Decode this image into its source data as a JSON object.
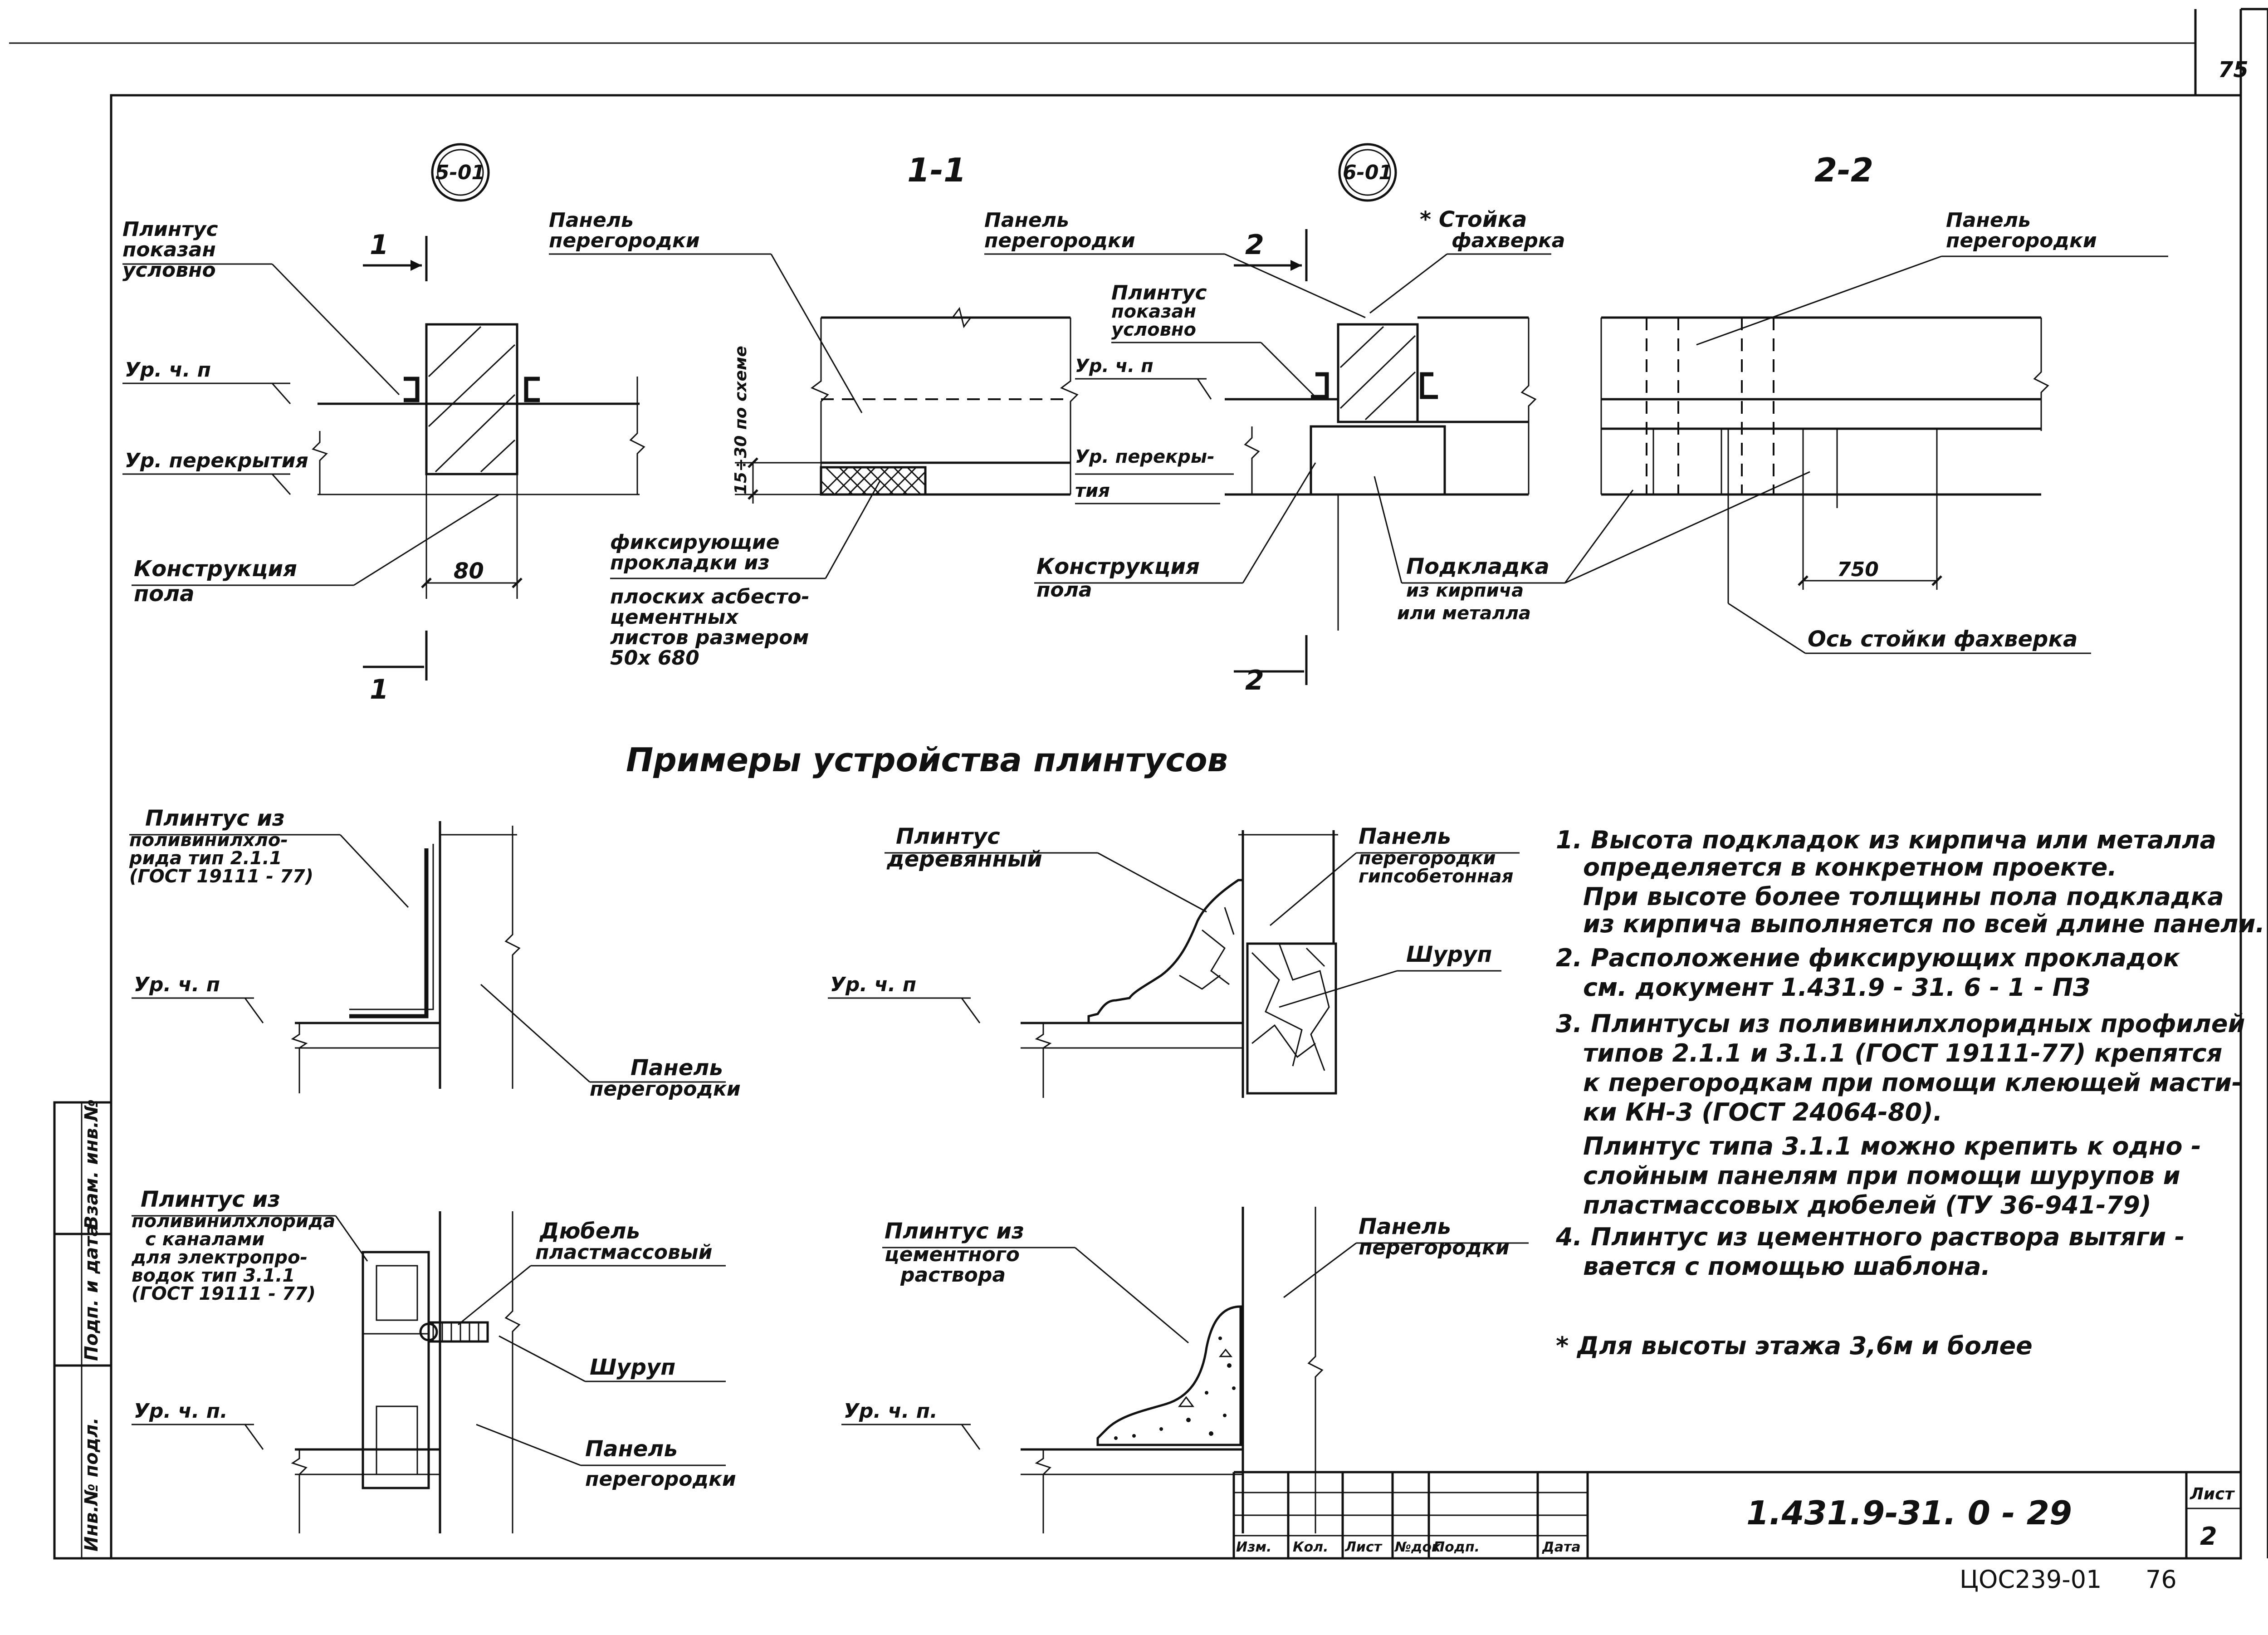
{
  "sheet": {
    "page_number": "75",
    "designation": "1.431.9-31. 0 - 29",
    "sheet_label": "Лист",
    "sheet_number": "2",
    "stamp": "ЦОС239-01",
    "stamp_number": "76"
  },
  "title_block": {
    "columns": [
      "Изм.",
      "Кол.",
      "Лист",
      "№док",
      "Подп.",
      "Дата"
    ]
  },
  "side_stamp": [
    "Инв.№ подл.",
    "Подп. и дата",
    "Взам. инв.№"
  ],
  "nodes": {
    "node1": "5-01",
    "node2": "6-01"
  },
  "sections": {
    "s11": "1-1",
    "s22": "2-2",
    "cut1": "1",
    "cut2": "2"
  },
  "labels": {
    "plinth_conditional": [
      "Плинтус",
      "показан",
      "условно"
    ],
    "level_fl": "Ур. ч. п",
    "level_slab": "Ур. перекрытия",
    "floor_construction": [
      "Конструкция",
      "пола"
    ],
    "dim_80": "80",
    "panel_partition": [
      "Панель",
      "перегородки"
    ],
    "dim_15_30": "15÷30 по схеме",
    "fixing_pads": [
      "фиксирующие",
      "прокладки из",
      "плоских асбесто-",
      "цементных",
      "листов размером",
      "50х 680"
    ],
    "panel_partition_2": [
      "Панель",
      "перегородки"
    ],
    "fachwerk_post": [
      "* Стойка",
      "фахверка"
    ],
    "plinth_conditional_2": [
      "Плинтус",
      "показан",
      "условно"
    ],
    "level_fl_2": "Ур. ч. п",
    "level_slab_2": [
      "Ур. перекры-",
      "тия"
    ],
    "floor_construction_2": [
      "Конструкция",
      "пола"
    ],
    "pad": [
      "Подкладка",
      "из кирпича",
      "или металла"
    ],
    "panel_partition_3": [
      "Панель",
      "перегородки"
    ],
    "dim_750": "750",
    "fachwerk_axis": "Ось стойки фахверка"
  },
  "examples_title": "Примеры устройства плинтусов",
  "examples": {
    "pvc_211": [
      "Плинтус из",
      "поливинилхло-",
      "рида тип 2.1.1",
      "(ГОСТ 19111 - 77)"
    ],
    "level_a": "Ур. ч. п",
    "panel_a": [
      "Панель",
      "перегородки"
    ],
    "wood": [
      "Плинтус",
      "деревянный"
    ],
    "panel_gypsum": [
      "Панель",
      "перегородки",
      "гипсобетонная"
    ],
    "screw_b": "Шуруп",
    "level_b": "Ур. ч. п",
    "pvc_311": [
      "Плинтус из",
      "поливинилхлорида",
      "с каналами",
      "для электропро-",
      "водок тип 3.1.1",
      "(ГОСТ 19111 - 77)"
    ],
    "dowel": [
      "Дюбель",
      "пластмассовый"
    ],
    "screw_c": "Шуруп",
    "panel_c": [
      "Панель",
      "перегородки"
    ],
    "level_c": "Ур. ч. п.",
    "cement": [
      "Плинтус из",
      "цементного",
      "раствора"
    ],
    "panel_d": [
      "Панель",
      "перегородки"
    ],
    "level_d": "Ур. ч. п."
  },
  "notes": [
    "1. Высота подкладок из кирпича или металла",
    "определяется в конкретном проекте.",
    "При высоте более толщины пола подкладка",
    "из кирпича выполняется по всей длине панели.",
    "2. Расположение фиксирующих прокладок",
    "см. документ 1.431.9 - 31. 6 - 1 - ПЗ",
    "3. Плинтусы из поливинилхлоридных профилей",
    "типов 2.1.1 и 3.1.1 (ГОСТ 19111-77) крепятся",
    "к перегородкам при помощи клеющей масти-",
    "ки КН-3 (ГОСТ 24064-80).",
    "Плинтус типа 3.1.1 можно крепить к одно -",
    "слойным панелям при помощи шурупов и",
    "пластмассовых дюбелей (ТУ 36-941-79)",
    "4. Плинтус из цементного раствора вытяги -",
    "вается с помощью шаблона.",
    "* Для высоты этажа 3,6м и более"
  ]
}
